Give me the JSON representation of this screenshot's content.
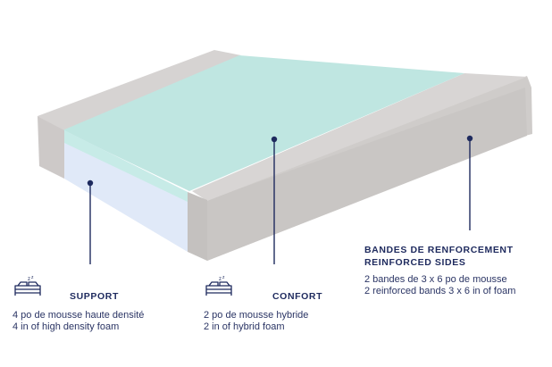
{
  "colors": {
    "navy": "#1e2a5e",
    "comfort_foam": "#bfe6e1",
    "support_foam": "#dfe8f8",
    "side_gray": "#d5d2d1"
  },
  "callouts": {
    "support": {
      "icon": "bed-icon",
      "title": "SUPPORT",
      "line1": "4 po de mousse haute densité",
      "line2": "4 in of high density foam"
    },
    "confort": {
      "icon": "bed-icon",
      "title": "CONFORT",
      "line1": "2 po de mousse hybride",
      "line2": "2 in of hybrid foam"
    },
    "sides": {
      "title1": "BANDES DE RENFORCEMENT",
      "title2": "REINFORCED SIDES",
      "line1": "2 bandes de 3 x 6 po de mousse",
      "line2": "2 reinforced bands 3 x 6 in of foam"
    }
  }
}
